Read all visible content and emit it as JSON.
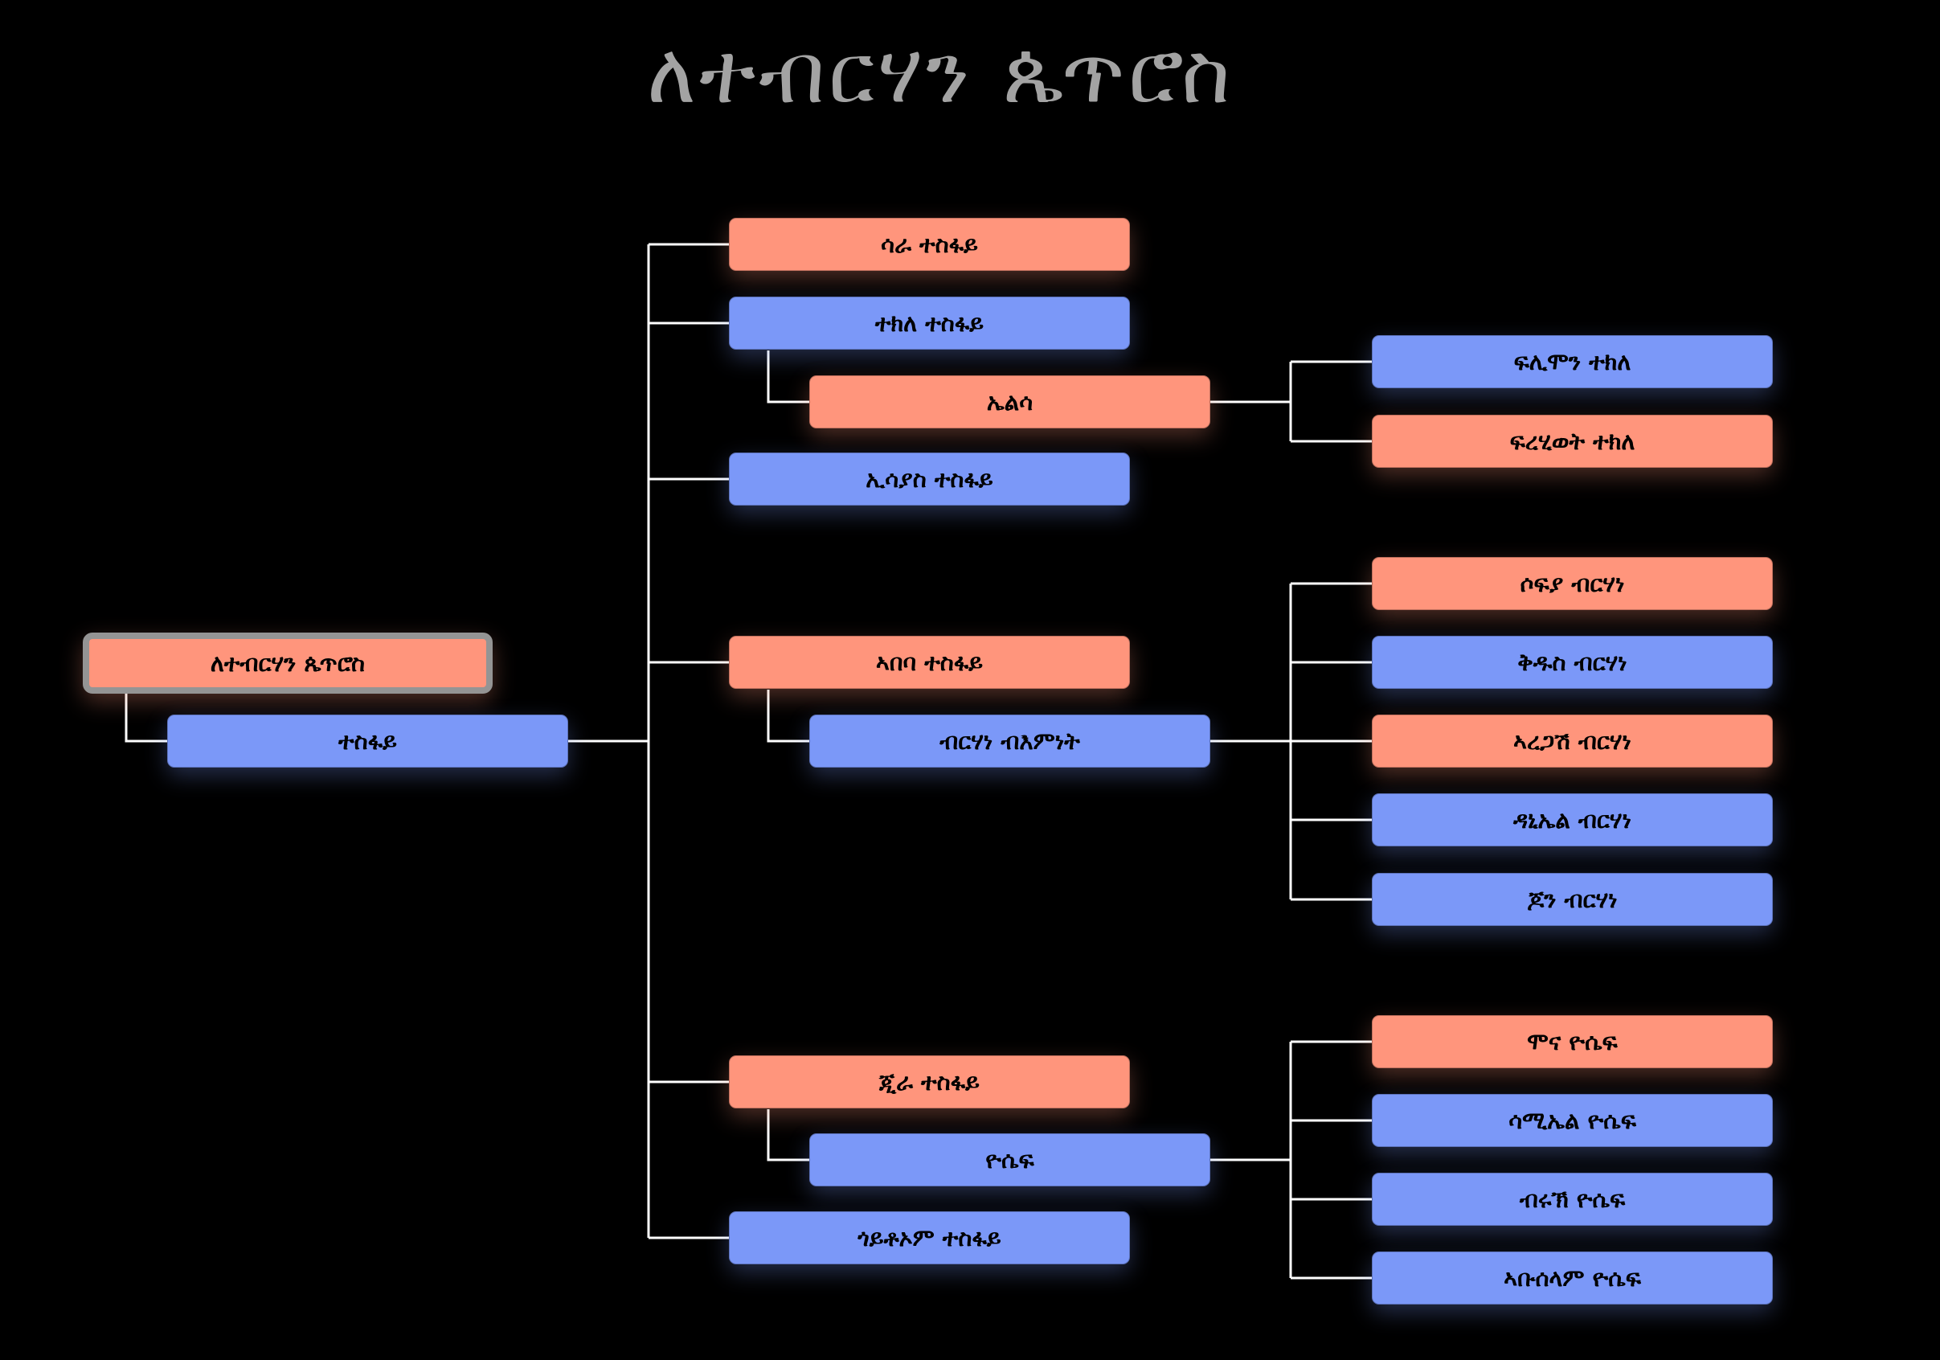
{
  "title": "ለተብርሃን ጴጥሮስ",
  "colors": {
    "female": "#ff957c",
    "male": "#7b98f8",
    "lines": "#ffffff",
    "title": "#a3a3a3",
    "root_border": "#949494"
  },
  "nodes": {
    "root": {
      "label": "ለተብርሃን ጴጥሮስ",
      "gender": "female"
    },
    "tesfay": {
      "label": "ተስፋይ",
      "gender": "male"
    },
    "sara": {
      "label": "ሳራ ተስፋይ",
      "gender": "female"
    },
    "tekle": {
      "label": "ተክለ ተስፋይ",
      "gender": "male"
    },
    "elsa": {
      "label": "ኤልሳ",
      "gender": "female"
    },
    "isayas": {
      "label": "ኢሳያስ  ተስፋይ",
      "gender": "male"
    },
    "abeba": {
      "label": "ኣበባ ተስፋይ",
      "gender": "female"
    },
    "birhane": {
      "label": "ብርሃነ ብእምነት",
      "gender": "male"
    },
    "jira": {
      "label": "ጂራ ተስፋይ",
      "gender": "female"
    },
    "yosef": {
      "label": "ዮሴፍ",
      "gender": "male"
    },
    "goytom": {
      "label": "ጎይቶኦም  ተስፋይ",
      "gender": "male"
    },
    "filmon": {
      "label": "ፍሊሞን ተክለ",
      "gender": "male"
    },
    "frehiwot": {
      "label": "ፍረሂወት ተክለ",
      "gender": "female"
    },
    "sofia": {
      "label": "ሶፍያ ብርሃነ",
      "gender": "female"
    },
    "qidus": {
      "label": "ቅዱስ ብርሃነ",
      "gender": "male"
    },
    "aregash": {
      "label": "ኣረጋሽ ብርሃነ",
      "gender": "female"
    },
    "daniel": {
      "label": "ዳኒኤል ብርሃነ",
      "gender": "male"
    },
    "jon": {
      "label": "ጆን ብርሃነ",
      "gender": "male"
    },
    "mona": {
      "label": "ሞና ዮሴፍ",
      "gender": "female"
    },
    "samiel": {
      "label": "ሳሚኤል ዮሴፍ",
      "gender": "male"
    },
    "biruk": {
      "label": "ብሩኽ ዮሴፍ",
      "gender": "male"
    },
    "abuselam": {
      "label": "ኣቡሰላም ዮሴፍ",
      "gender": "male"
    }
  }
}
